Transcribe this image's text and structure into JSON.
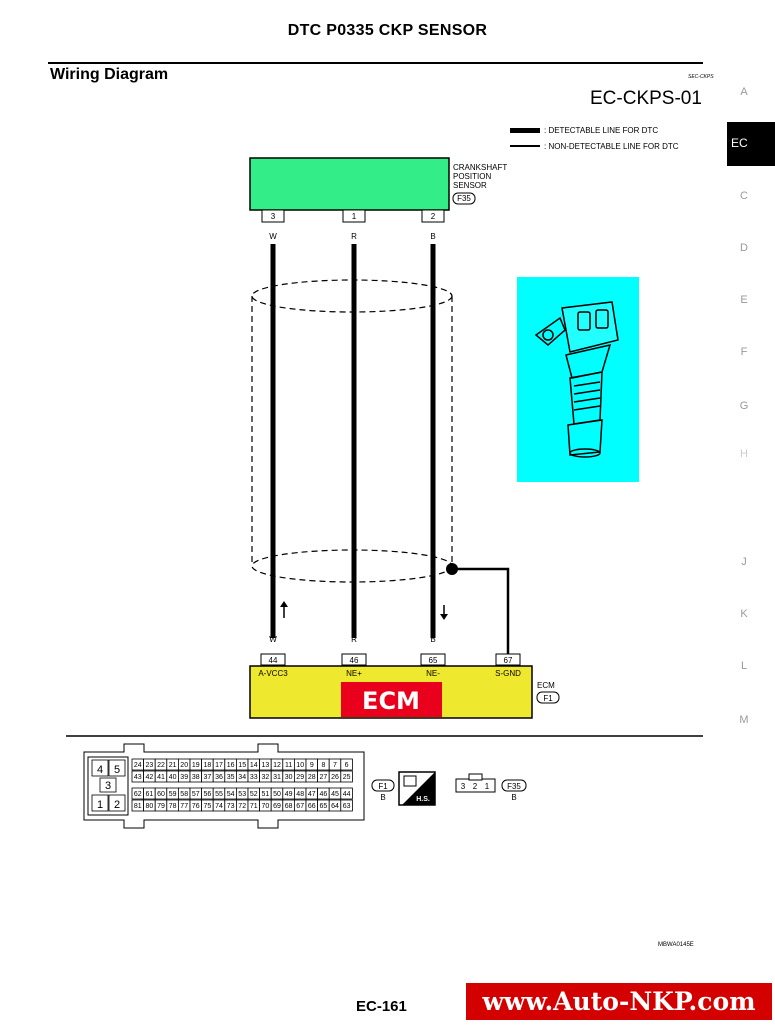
{
  "page_title": "DTC P0335 CKP SENSOR",
  "section_title": "Wiring Diagram",
  "small_code": "SEC-CKPS",
  "diagram_id": "EC-CKPS-01",
  "side_index": {
    "items": [
      "A",
      "EC",
      "C",
      "D",
      "E",
      "F",
      "G",
      "H",
      "J",
      "K",
      "L",
      "M"
    ],
    "active": "EC"
  },
  "legend": {
    "detectable": ": DETECTABLE LINE FOR DTC",
    "non_detectable": ": NON-DETECTABLE LINE FOR DTC"
  },
  "sensor": {
    "name_lines": [
      "CRANKSHAFT",
      "POSITION",
      "SENSOR"
    ],
    "connector": "F35",
    "terminals": [
      "3",
      "1",
      "2"
    ],
    "wire_colors": [
      "W",
      "R",
      "B"
    ],
    "color": "#33ee88"
  },
  "ecm": {
    "name": "ECM",
    "connector": "F1",
    "terminals": [
      "44",
      "46",
      "65",
      "67"
    ],
    "wire_colors": [
      "W",
      "R",
      "B"
    ],
    "signals": [
      "A-VCC3",
      "NE+",
      "NE-",
      "S-GND"
    ],
    "color": "#eee82e",
    "label_color": "#e8001c"
  },
  "connector_views": {
    "f1_small": [
      "4",
      "5",
      "3",
      "1",
      "2"
    ],
    "f1_row1": [
      "24",
      "23",
      "22",
      "21",
      "20",
      "19",
      "18",
      "17",
      "16",
      "15",
      "14",
      "13",
      "12",
      "11",
      "10",
      "9",
      "8",
      "7",
      "6"
    ],
    "f1_row2": [
      "43",
      "42",
      "41",
      "40",
      "39",
      "38",
      "37",
      "36",
      "35",
      "34",
      "33",
      "32",
      "31",
      "30",
      "29",
      "28",
      "27",
      "26",
      "25"
    ],
    "f1_row3": [
      "62",
      "61",
      "60",
      "59",
      "58",
      "57",
      "56",
      "55",
      "54",
      "53",
      "52",
      "51",
      "50",
      "49",
      "48",
      "47",
      "46",
      "45",
      "44"
    ],
    "f1_row4": [
      "81",
      "80",
      "79",
      "78",
      "77",
      "76",
      "75",
      "74",
      "73",
      "72",
      "71",
      "70",
      "69",
      "68",
      "67",
      "66",
      "65",
      "64",
      "63"
    ],
    "f1_label": "F1",
    "f1_color": "B",
    "hs_label": "H.S.",
    "f35_terminals": [
      "3",
      "2",
      "1"
    ],
    "f35_label": "F35",
    "f35_color": "B"
  },
  "image_bg": "#00ffff",
  "footer_code": "MBWA0145E",
  "page_number": "EC-161",
  "website": "www.Auto-NKP.com"
}
